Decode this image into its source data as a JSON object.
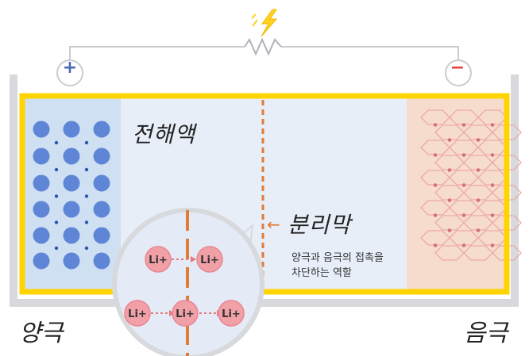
{
  "labels": {
    "electrolyte": "전해액",
    "separator": "분리막",
    "separator_desc_line1": "양극과 음극의 접촉을",
    "separator_desc_line2": "차단하는 역할",
    "cathode": "양극",
    "anode": "음극",
    "plus": "+",
    "minus": "−",
    "arrow": "←"
  },
  "ions": [
    "Li+",
    "Li+",
    "Li+",
    "Li+",
    "Li+"
  ],
  "colors": {
    "frame": "#ffd400",
    "electrolyte": "#e8eef8",
    "cathode": "#cfe0f3",
    "anode": "#f6dccd",
    "separator": "#e07b39",
    "ion": "#f2a0a8",
    "cathode_dot": "#5f86d6",
    "bolt": "#ffd21f"
  },
  "icons": [
    "lightning-bolt-icon",
    "resistor-icon",
    "plus-terminal-icon",
    "minus-terminal-icon"
  ]
}
